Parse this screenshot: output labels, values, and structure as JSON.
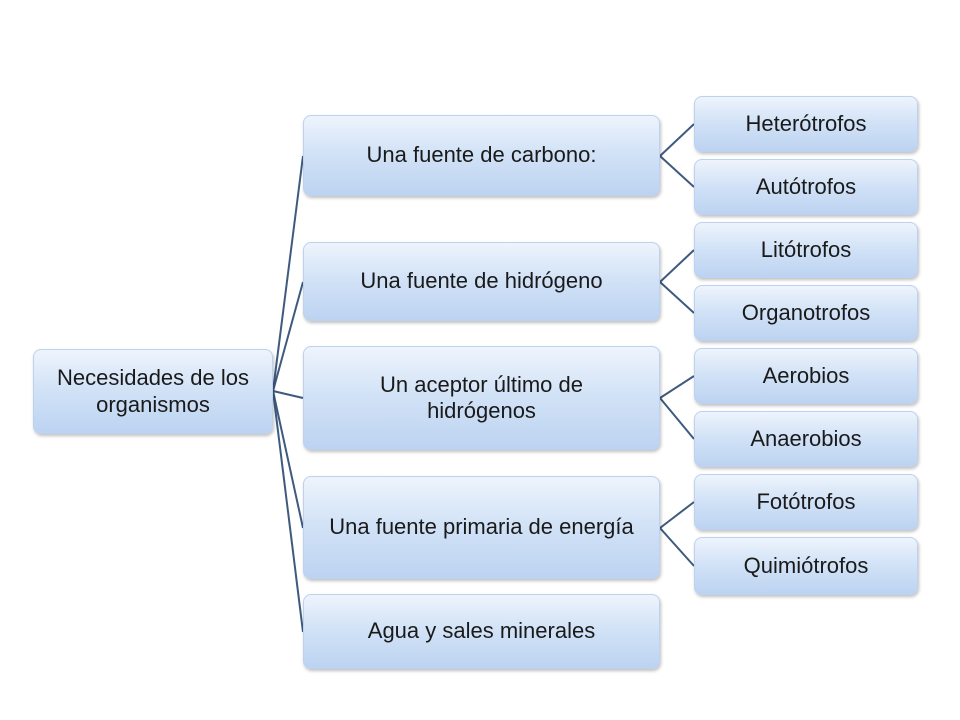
{
  "diagram": {
    "root": {
      "line1": "Necesidades de los",
      "line2": "organismos"
    },
    "branches": [
      {
        "label_line1": "Una fuente de carbono:",
        "label_line2": "",
        "children": [
          "Heterótrofos",
          "Autótrofos"
        ]
      },
      {
        "label_line1": "Una fuente de hidrógeno",
        "label_line2": "",
        "children": [
          "Litótrofos",
          "Organotrofos"
        ]
      },
      {
        "label_line1": "Un aceptor último de",
        "label_line2": "hidrógenos",
        "children": [
          "Aerobios",
          "Anaerobios"
        ]
      },
      {
        "label_line1": "Una fuente primaria de energía",
        "label_line2": "",
        "children": [
          "Fotótrofos",
          "Quimiótrofos"
        ]
      },
      {
        "label_line1": "Agua y sales minerales",
        "label_line2": "",
        "children": []
      }
    ]
  },
  "colors": {
    "connector": "#3e5a7e",
    "node_border": "#bcd2ee"
  }
}
